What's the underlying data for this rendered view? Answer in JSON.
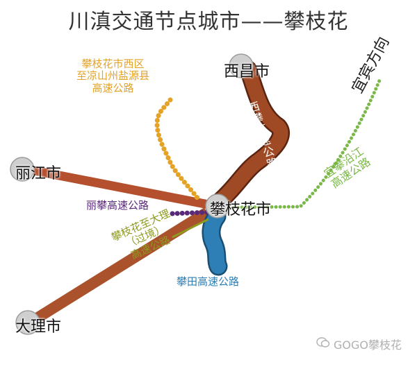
{
  "title": "川滇交通节点城市——攀枝花",
  "cities": {
    "panzhihua": "攀枝花市",
    "xichang": "西昌市",
    "lijiang": "丽江市",
    "dali": "大理市"
  },
  "roads": {
    "west_district": [
      "攀枝花市西区",
      "至凉山州盐源县",
      "高速公路"
    ],
    "xipan": "西攀高速公路",
    "yipan": [
      "宜攀沿江",
      "高速公路"
    ],
    "yibin_direction": "宜宾方向",
    "lipan": "丽攀高速公路",
    "pandali": [
      "攀枝花至大理",
      "（过境）",
      "高速公路"
    ],
    "pantian": "攀田高速公路"
  },
  "colors": {
    "xipan_road": "#a04a25",
    "lijiang_road": "#b5502f",
    "dali_road": "#a9522c",
    "pantian_road": "#2e7fb6",
    "yipan_road": "#7ab847",
    "west_road": "#e4a226",
    "lipan_road": "#5a2a7a",
    "pandali_road": "#8f9a1f",
    "city_node": "#cfcfcf"
  },
  "watermark": "GOGO攀枝花",
  "icons": {
    "watermark": "wechat-icon"
  }
}
